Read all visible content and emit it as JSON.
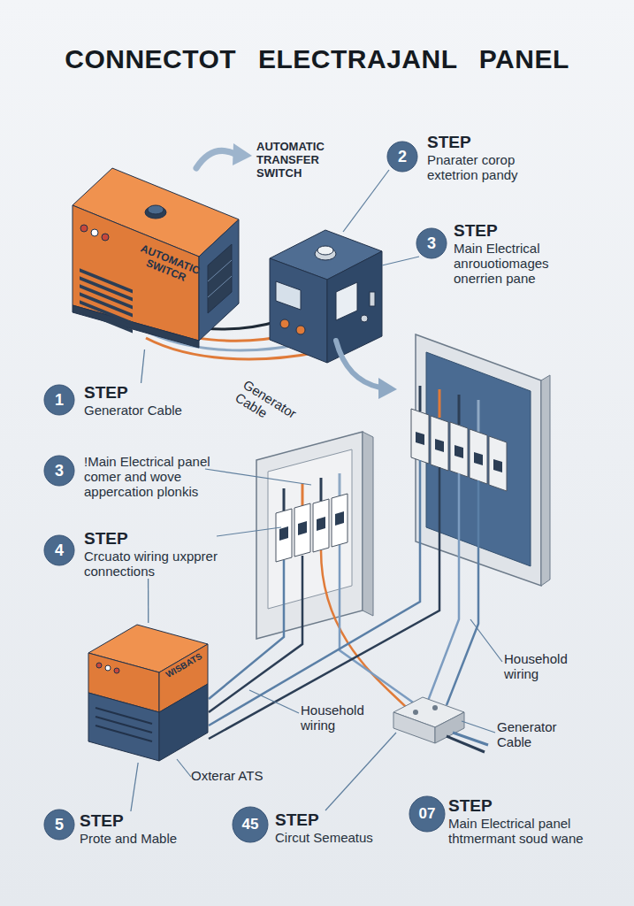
{
  "diagram": {
    "title": "CONNECTOT ELECTRAJANL PANEL",
    "nodes": [
      {
        "text": [
          "2",
          "STEP",
          "Pnarater corop extetrion pandy"
        ]
      },
      {
        "text": [
          "AUTOMATIC SWITCR"
        ]
      },
      {
        "text": [
          "3",
          "STEP",
          "Main Electrical anrouotiomages onerrien pane"
        ]
      },
      {
        "text": [
          "1",
          "STEP",
          "Generator Cable"
        ]
      },
      {
        "text": [
          "3",
          "!Main Electrical panel comer and wove appercation plonkis"
        ]
      },
      {
        "text": [
          "4",
          "STEP",
          "Crcuato wiring uxpprer connections"
        ]
      },
      {
        "text": [
          "WISBATS"
        ]
      },
      {
        "text": [
          "5",
          "STEP",
          "Prote and Mable"
        ]
      },
      {
        "text": [
          "45",
          "STEP",
          "Circut Semeatus"
        ]
      },
      {
        "text": [
          "07",
          "STEP",
          "Main Electrical panel thtmermant soud wane"
        ]
      }
    ],
    "edges": [
      {
        "from": 3,
        "to": 1,
        "arrow": "none"
      },
      {
        "from": 5,
        "to": 6,
        "arrow": "none"
      },
      {
        "from": 7,
        "to": 6,
        "arrow": "none"
      }
    ],
    "labels": [
      "AUTOMATIC TRANSFER SWITCH",
      "Generator Cable",
      "Household wiring",
      "Household wiring",
      "Generator Cable",
      "Oxterar ATS"
    ]
  }
}
